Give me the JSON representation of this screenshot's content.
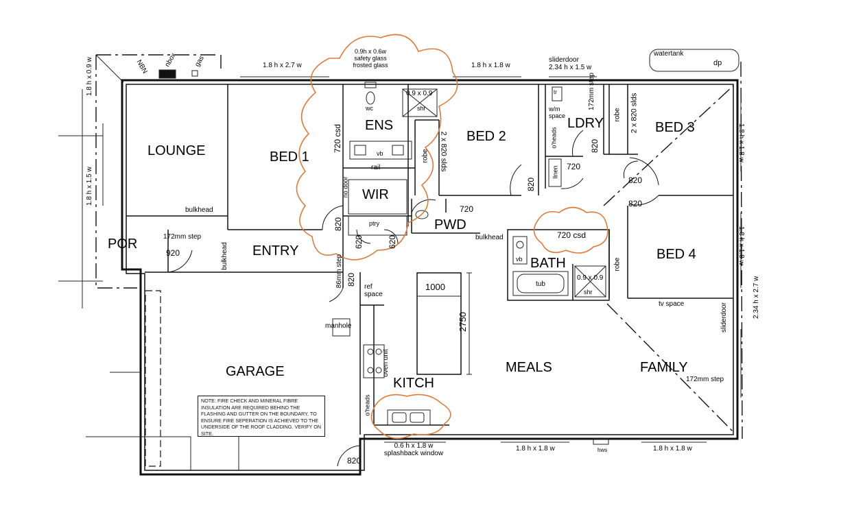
{
  "rooms": {
    "lounge": "LOUNGE",
    "bed1": "BED 1",
    "ens": "ENS",
    "wir": "WIR",
    "bed2": "BED 2",
    "ldry": "LDRY",
    "bed3": "BED 3",
    "bed4": "BED 4",
    "bath": "BATH",
    "pwd": "PWD",
    "por": "POR",
    "entry": "ENTRY",
    "garage": "GARAGE",
    "kitch": "KITCH",
    "meals": "MEALS",
    "family": "FAMILY"
  },
  "fixtures": {
    "nbn": "NBN",
    "nbox": "nbox",
    "gas": "gas",
    "wc": "wc",
    "shr_ens": "shr",
    "shr_bath": "shr",
    "vb_ens": "vb",
    "vb_bath": "vb",
    "rail": "rail",
    "ptry": "ptry",
    "robe_ens": "robe",
    "robe_bed3": "robe",
    "robe_bed4": "robe",
    "linen": "linen",
    "tr": "tr",
    "wm_space": "w/m space",
    "oheads_ldry": "o'heads",
    "oheads_kitch": "o'heads",
    "tub": "tub",
    "ref_space": "ref space",
    "manhole": "manhole",
    "oven_unit": "oven unit",
    "watertank": "watertank",
    "dp": "dp",
    "hws": "hws",
    "bulkhead_lounge": "bulkhead",
    "bulkhead_entry": "bulkhead",
    "bulkhead_pwd": "bulkhead",
    "tv_space": "tv space",
    "no_door": "no door"
  },
  "windows": {
    "bed1_top": "1.8 h x 2.7 w",
    "ens_top_1": "0.9h x 0.6w",
    "ens_top_2": "safety glass",
    "ens_top_3": "frosted glass",
    "bed2_top": "1.8 h x 1.8 w",
    "sliderdoor_top_1": "sliderdoor",
    "sliderdoor_top_2": "2.34 h x 1.5 w",
    "lounge_left_1": "1.8 h x 0.9 w",
    "lounge_left_2": "1.8 h x 1.5 w",
    "bed3_right": "1.8 h x 1.8 w",
    "bed4_right": "1.8 h x 1.8 w",
    "family_right_1": "sliderdoor",
    "family_right_2": "2.34 h x 2.7 w",
    "kitch_bottom_1": "0.6 h x 1.8 w",
    "kitch_bottom_2": "splashback window",
    "meals_bottom": "1.8 h x 1.8 w",
    "family_bottom": "1.8 h x 1.8 w"
  },
  "dimensions": {
    "shr_ens": "0.9 x 0.9",
    "shr_bath": "0.9 x 0.9",
    "ens_sld": "720 csd",
    "robe_sld": "2 x 820 slds",
    "bed3_sld": "2 x 820 slds",
    "ldry_step": "172mm step",
    "por_step": "172mm step",
    "entry_step": "86mm step",
    "family_step": "172mm step",
    "bath_csd": "720 csd",
    "d820_bed2": "820",
    "d820_ldry": "820",
    "d720_linen": "720",
    "d720_pwd": "720",
    "d820_hall_a": "820",
    "d820_hall_b": "820",
    "d820_bed1": "820",
    "d620_a": "620",
    "d620_b": "620",
    "d920": "920",
    "d820_entry": "820",
    "d820_garage": "820",
    "bench_w": "1000",
    "bench_l": "2750"
  },
  "note": "Note: FIRE CHECK AND MINERAL FIBRE INSULATION ARE REQUIRED BEHIND THE FLASHING AND GUTTER ON THE BOUNDARY, TO ENSURE FIRE SEPERATION IS ACHIEVED TO THE UNDERSIDE OF THE ROOF CLADDING. VERIFY ON SITE."
}
